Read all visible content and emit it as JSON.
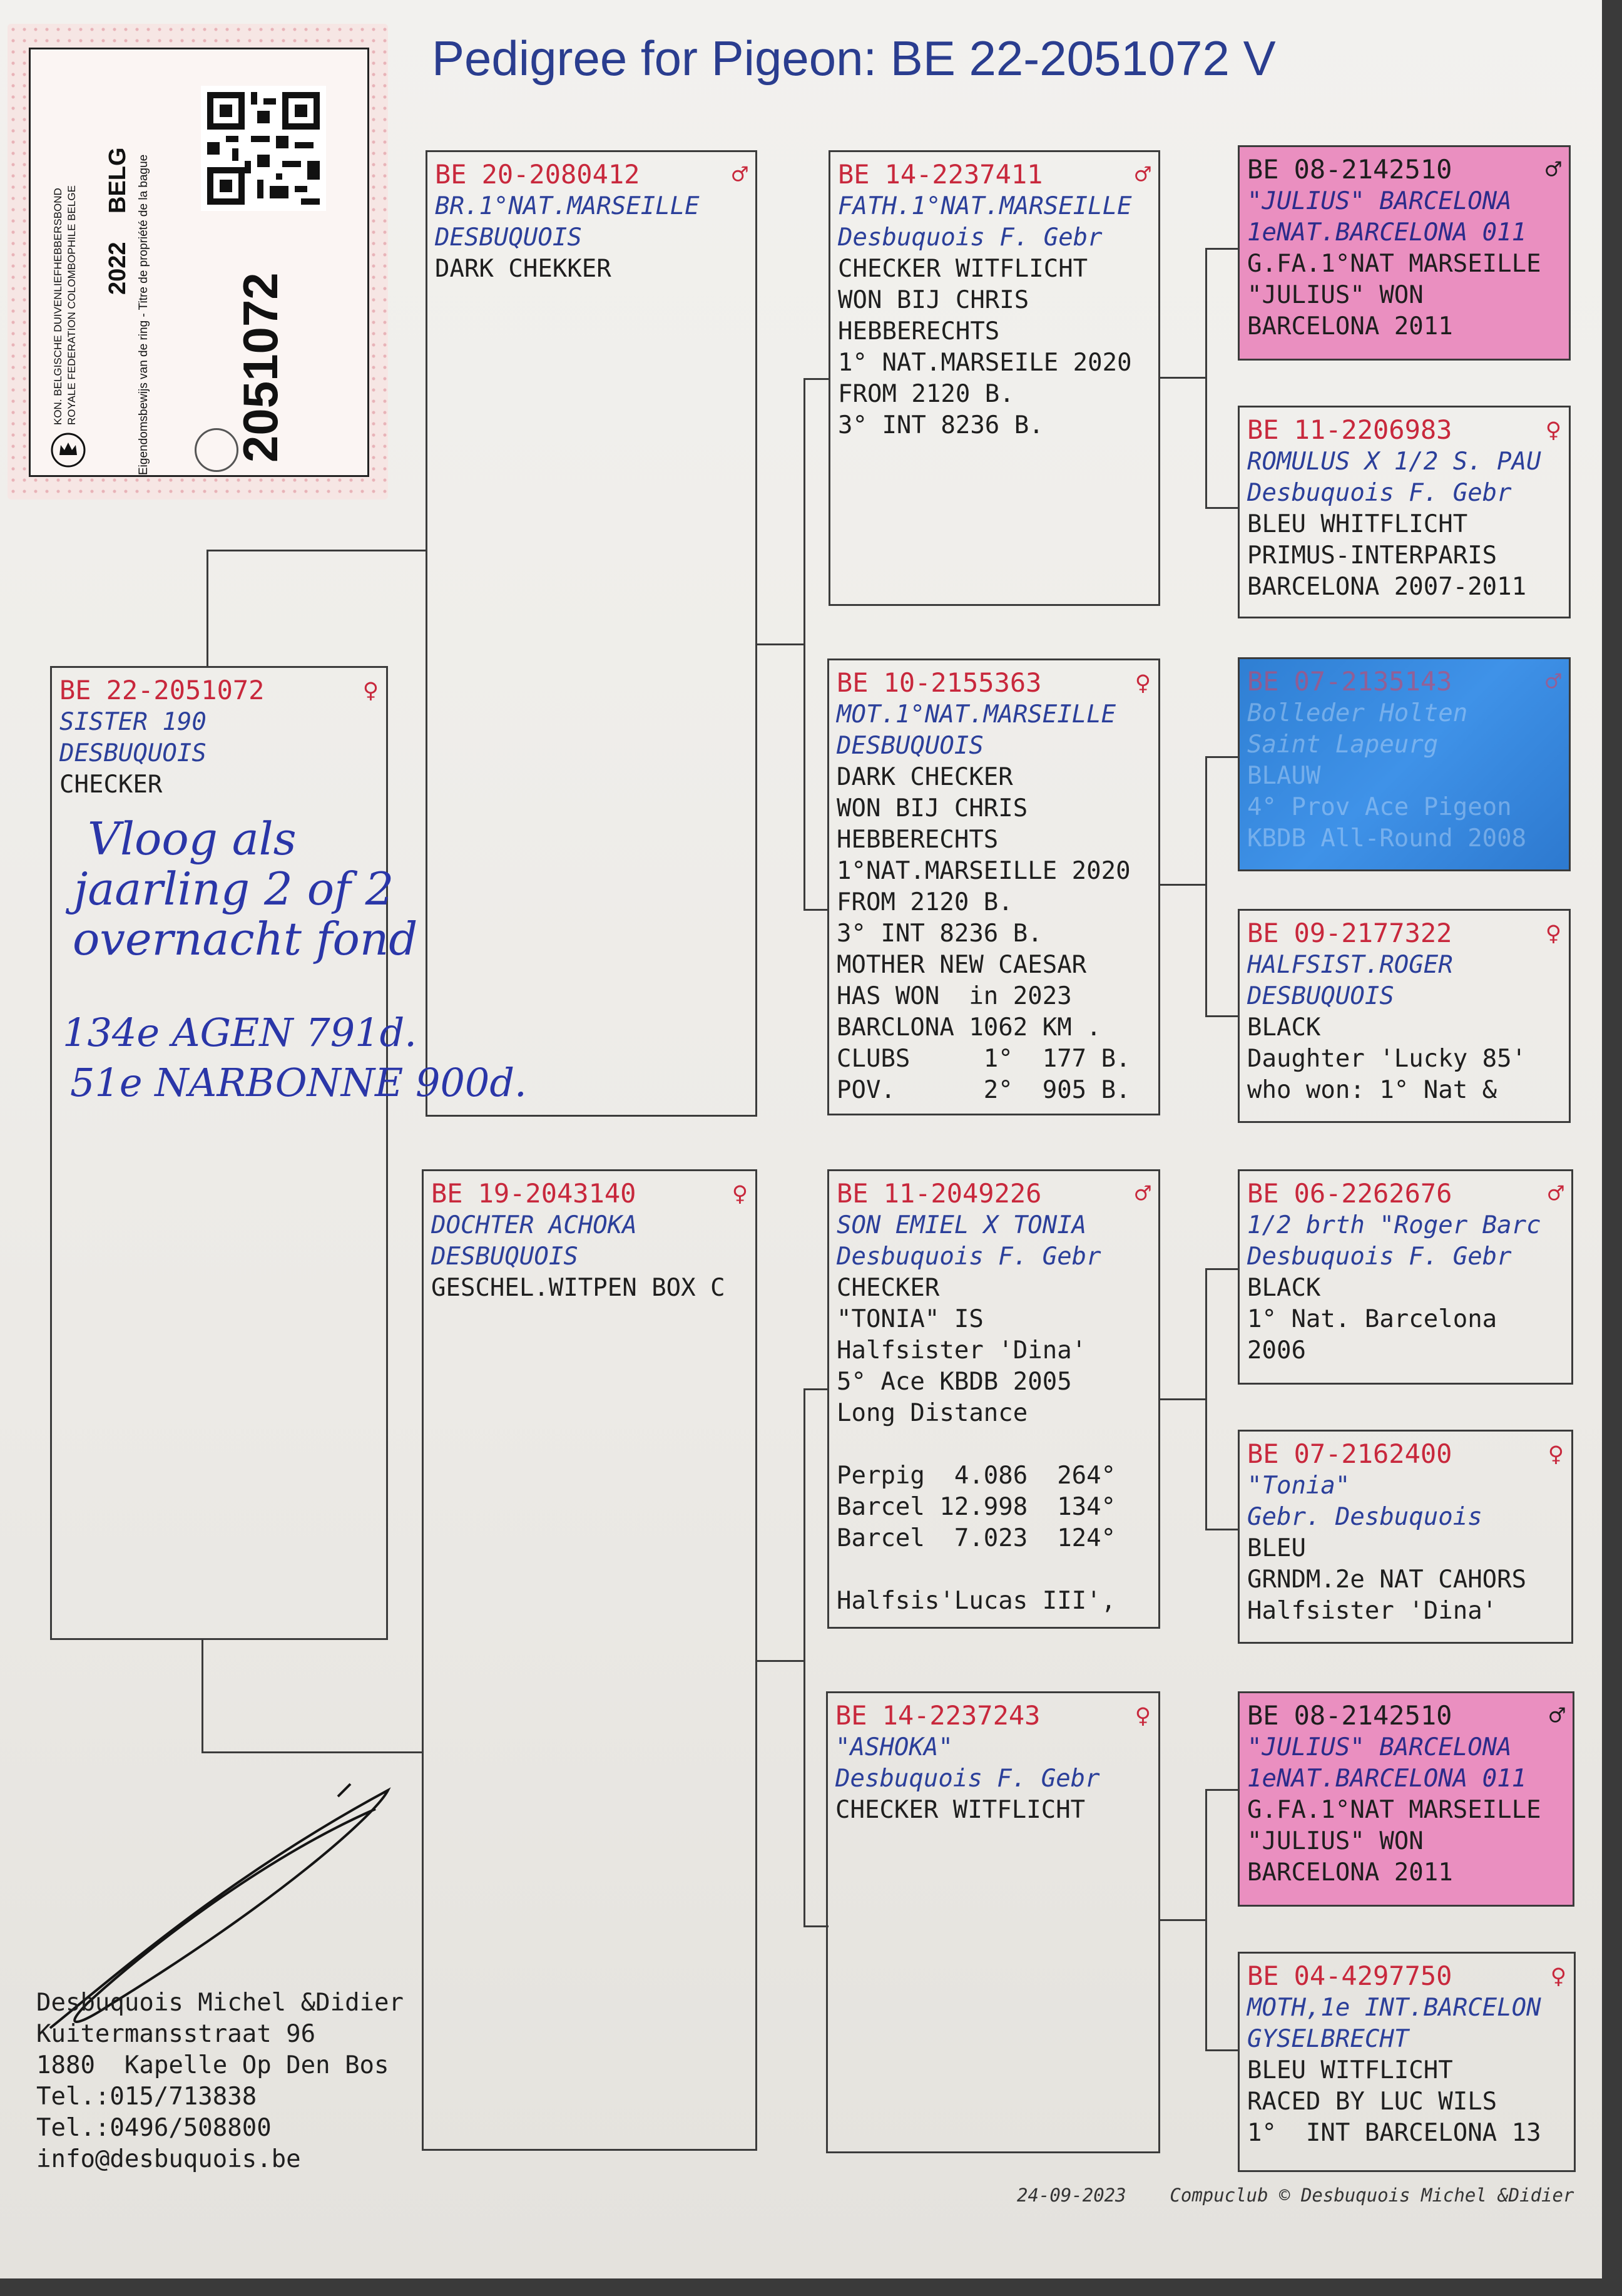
{
  "title": "Pedigree for Pigeon: BE  22-2051072 V",
  "ring_tag": {
    "federation_nl": "KON. BELGISCHE DUIVENLIEFHEBBERSBOND",
    "federation_fr": "ROYALE FEDERATION COLOMBOPHILE BELGE",
    "year": "2022",
    "country": "BELG",
    "ownership": "Eigendomsbewijs van de ring - Titre de propriété de la bague",
    "number": "2051072",
    "emblem": "crown-icon"
  },
  "pigeons": [
    {
      "id": "subject",
      "prefix": "BE",
      "ring": "22-2051072",
      "sex": "♀",
      "lines": [
        "SISTER 190",
        "DESBUQUOIS",
        "CHECKER"
      ],
      "name_lines": 2
    },
    {
      "id": "father",
      "prefix": "BE",
      "ring": "20-2080412",
      "sex": "♂",
      "lines": [
        "BR.1°NAT.MARSEILLE",
        "DESBUQUOIS",
        "DARK CHEKKER"
      ],
      "name_lines": 2
    },
    {
      "id": "mother",
      "prefix": "BE",
      "ring": "19-2043140",
      "sex": "♀",
      "lines": [
        "DOCHTER ACHOKA",
        "DESBUQUOIS",
        "GESCHEL.WITPEN BOX C"
      ],
      "name_lines": 2
    },
    {
      "id": "ff",
      "prefix": "BE",
      "ring": "14-2237411",
      "sex": "♂",
      "lines": [
        "FATH.1°NAT.MARSEILLE",
        "Desbuquois F. Gebr",
        "CHECKER WITFLICHT",
        "WON BIJ CHRIS",
        "HEBBERECHTS",
        "1° NAT.MARSEILE 2020",
        "FROM 2120 B.",
        "3° INT 8236 B."
      ],
      "name_lines": 2
    },
    {
      "id": "fm",
      "prefix": "BE",
      "ring": "10-2155363",
      "sex": "♀",
      "lines": [
        "MOT.1°NAT.MARSEILLE",
        "DESBUQUOIS",
        "DARK CHECKER",
        "WON BIJ CHRIS",
        "HEBBERECHTS",
        "1°NAT.MARSEILLE 2020",
        "FROM 2120 B.",
        "3° INT 8236 B.",
        "MOTHER NEW CAESAR",
        "HAS WON  in 2023",
        "BARCLONA 1062 KM .",
        "CLUBS     1°  177 B.",
        "POV.      2°  905 B."
      ],
      "name_lines": 2
    },
    {
      "id": "mf",
      "prefix": "BE",
      "ring": "11-2049226",
      "sex": "♂",
      "lines": [
        "SON EMIEL X TONIA",
        "Desbuquois F. Gebr",
        "CHECKER",
        "\"TONIA\" IS",
        "Halfsister 'Dina'",
        "5° Ace KBDB 2005",
        "Long Distance",
        "",
        "Perpig  4.086  264°",
        "Barcel 12.998  134°",
        "Barcel  7.023  124°",
        "",
        "Halfsis'Lucas III',"
      ],
      "name_lines": 2
    },
    {
      "id": "mm",
      "prefix": "BE",
      "ring": "14-2237243",
      "sex": "♀",
      "lines": [
        "\"ASHOKA\"",
        "Desbuquois F. Gebr",
        "CHECKER WITFLICHT"
      ],
      "name_lines": 2
    },
    {
      "id": "fff",
      "prefix": "BE",
      "ring": "08-2142510",
      "sex": "♂",
      "lines": [
        "\"JULIUS\" BARCELONA",
        "1eNAT.BARCELONA 011",
        "G.FA.1°NAT MARSEILLE",
        "\"JULIUS\" WON",
        "BARCELONA 2011"
      ],
      "name_lines": 2,
      "style": "pink"
    },
    {
      "id": "ffm",
      "prefix": "BE",
      "ring": "11-2206983",
      "sex": "♀",
      "lines": [
        "ROMULUS X 1/2 S. PAU",
        "Desbuquois F. Gebr",
        "BLEU WHITFLICHT",
        "PRIMUS-INTERPARIS",
        "BARCELONA 2007-2011"
      ],
      "name_lines": 2
    },
    {
      "id": "fmf",
      "prefix": "BE",
      "ring": "07-2135143",
      "sex": "♂",
      "lines": [
        "Bolleder Holten",
        "Saint Lapeurg",
        "BLAUW",
        "4° Prov Ace Pigeon",
        "KBDB All-Round 2008"
      ],
      "name_lines": 2,
      "style": "blue"
    },
    {
      "id": "fmm",
      "prefix": "BE",
      "ring": "09-2177322",
      "sex": "♀",
      "lines": [
        "HALFSIST.ROGER",
        "DESBUQUOIS",
        "BLACK",
        "Daughter 'Lucky 85'",
        "who won: 1° Nat &"
      ],
      "name_lines": 2
    },
    {
      "id": "mff",
      "prefix": "BE",
      "ring": "06-2262676",
      "sex": "♂",
      "lines": [
        "1/2 brth \"Roger Barc",
        "Desbuquois F. Gebr",
        "BLACK",
        "1° Nat. Barcelona",
        "2006"
      ],
      "name_lines": 2
    },
    {
      "id": "mfm",
      "prefix": "BE",
      "ring": "07-2162400",
      "sex": "♀",
      "lines": [
        "\"Tonia\"",
        "Gebr. Desbuquois",
        "BLEU",
        "GRNDM.2e NAT CAHORS",
        "Halfsister 'Dina'"
      ],
      "name_lines": 2
    },
    {
      "id": "mmf",
      "prefix": "BE",
      "ring": "08-2142510",
      "sex": "♂",
      "lines": [
        "\"JULIUS\" BARCELONA",
        "1eNAT.BARCELONA 011",
        "G.FA.1°NAT MARSEILLE",
        "\"JULIUS\" WON",
        "BARCELONA 2011"
      ],
      "name_lines": 2,
      "style": "pink"
    },
    {
      "id": "mmm",
      "prefix": "BE",
      "ring": "04-4297750",
      "sex": "♀",
      "lines": [
        "MOTH,1e INT.BARCELON",
        "GYSELBRECHT",
        "BLEU WITFLICHT",
        "RACED BY LUC WILS",
        "1°  INT BARCELONA 13"
      ],
      "name_lines": 2
    }
  ],
  "handwritten": [
    "Vloog als",
    "jaarling 2 of 2",
    "overnacht fond",
    "134e AGEN 791d.",
    "51e NARBONNE 900d."
  ],
  "contact": [
    "Desbuquois Michel &Didier",
    "",
    "Kuitermansstraat 96",
    "1880  Kapelle Op Den Bos",
    "Tel.:015/713838",
    "Tel.:0496/508800",
    "info@desbuquois.be"
  ],
  "footer": "24-09-2023    Compuclub © Desbuquois Michel &Didier",
  "colors": {
    "ring": "#c8283c",
    "name": "#2b3f9a",
    "title": "#2a3d8f",
    "pink_box": "#ea8fc0",
    "blue_box": "#3f92e8",
    "handwriting": "#2a36a8"
  }
}
